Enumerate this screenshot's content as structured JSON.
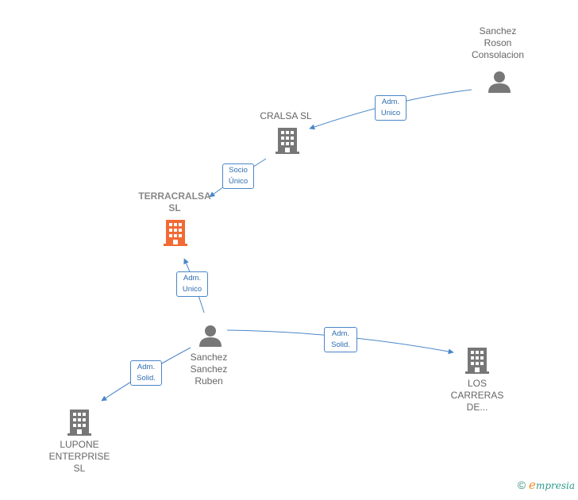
{
  "colors": {
    "edge": "#4a86c8",
    "company": "#777777",
    "main_company": "#f26a34",
    "person": "#777777"
  },
  "nodes": {
    "sanchez_roson": {
      "label": "Sanchez\nRoson\nConsolacion",
      "icon": "person-icon"
    },
    "cralsa": {
      "label": "CRALSA SL",
      "icon": "building-icon"
    },
    "terracralsa": {
      "label": "TERRACRALSA\nSL",
      "icon": "building-icon"
    },
    "sanchez_ruben": {
      "label": "Sanchez\nSanchez\nRuben",
      "icon": "person-icon"
    },
    "lupone": {
      "label": "LUPONE\nENTERPRISE\nSL",
      "icon": "building-icon"
    },
    "los_carreras": {
      "label": "LOS\nCARRERAS\nDE...",
      "icon": "building-icon"
    }
  },
  "edges": {
    "roson_cralsa": "Adm.\nUnico",
    "cralsa_terracralsa": "Socio\nÚnico",
    "ruben_terracralsa": "Adm.\nUnico",
    "ruben_lupone": "Adm.\nSolid.",
    "ruben_carreras": "Adm.\nSolid."
  },
  "footer": {
    "copyright_symbol": "©",
    "brand_initial": "e",
    "brand_rest": "mpresia"
  }
}
